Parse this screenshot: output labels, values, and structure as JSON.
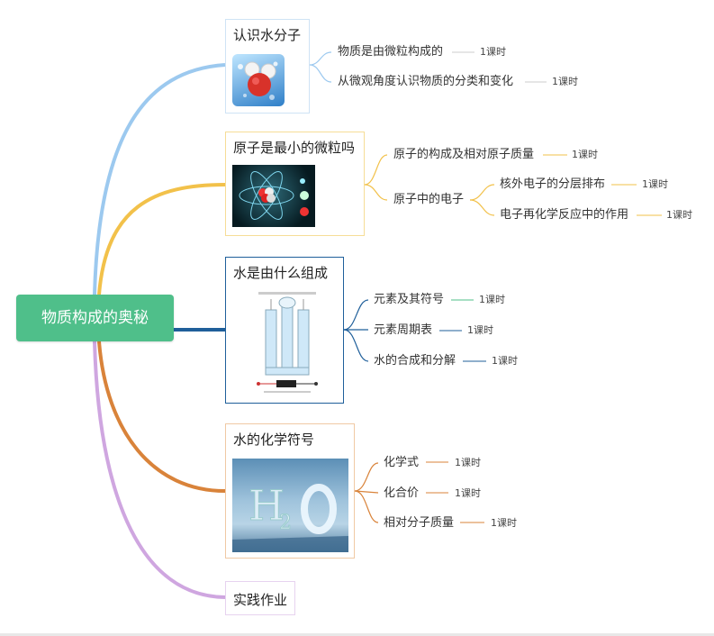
{
  "root": {
    "label": "物质构成的奥秘"
  },
  "colors": {
    "root": "#4fbf8a",
    "branch1": "#9cc9ef",
    "branch2": "#f2c14a",
    "branch3": "#1f5f9a",
    "branch4": "#d9833a",
    "branch5": "#cfa6e0"
  },
  "topics": [
    {
      "title": "认识水分子",
      "image": "water-molecule-image",
      "children": [
        {
          "label": "物质是由微粒构成的",
          "lessons": "1课时"
        },
        {
          "label": "从微观角度认识物质的分类和变化",
          "lessons": "1课时"
        }
      ]
    },
    {
      "title": "原子是最小的微粒吗",
      "image": "atom-model-image",
      "children": [
        {
          "label": "原子的构成及相对原子质量",
          "lessons": "1课时"
        },
        {
          "label": "原子中的电子",
          "children": [
            {
              "label": "核外电子的分层排布",
              "lessons": "1课时"
            },
            {
              "label": "电子再化学反应中的作用",
              "lessons": "1课时"
            }
          ]
        }
      ]
    },
    {
      "title": "水是由什么组成",
      "image": "water-electrolysis-diagram",
      "children": [
        {
          "label": "元素及其符号",
          "lessons": "1课时"
        },
        {
          "label": "元素周期表",
          "lessons": "1课时"
        },
        {
          "label": "水的合成和分解",
          "lessons": "1课时"
        }
      ]
    },
    {
      "title": "水的化学符号",
      "image": "ice-h2o-letters-image",
      "children": [
        {
          "label": "化学式",
          "lessons": "1课时"
        },
        {
          "label": "化合价",
          "lessons": "1课时"
        },
        {
          "label": "相对分子质量",
          "lessons": "1课时"
        }
      ]
    },
    {
      "title": "实践作业"
    }
  ]
}
